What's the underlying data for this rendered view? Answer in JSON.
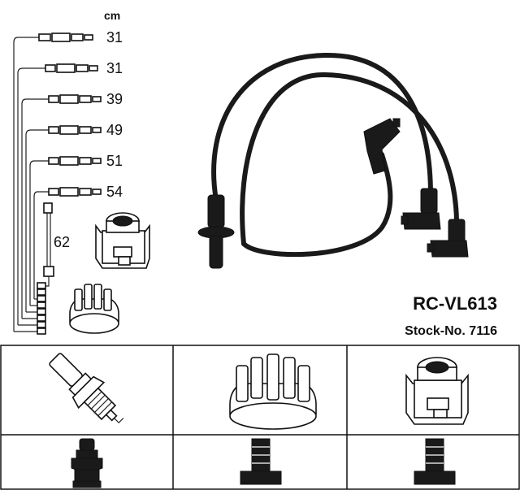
{
  "unit_label": "cm",
  "lengths": [
    "31",
    "31",
    "39",
    "49",
    "51",
    "54"
  ],
  "coil_lead_length": "62",
  "product": {
    "name": "RC-VL613",
    "stock": "Stock-No. 7116"
  },
  "icons": {
    "coil": "ignition-coil-icon",
    "distributor": "distributor-cap-icon",
    "spark_plug": "spark-plug-icon",
    "plug_connector": "spark-plug-connector-icon",
    "distributor_connector": "distributor-connector-icon",
    "coil_connector": "coil-connector-icon"
  }
}
